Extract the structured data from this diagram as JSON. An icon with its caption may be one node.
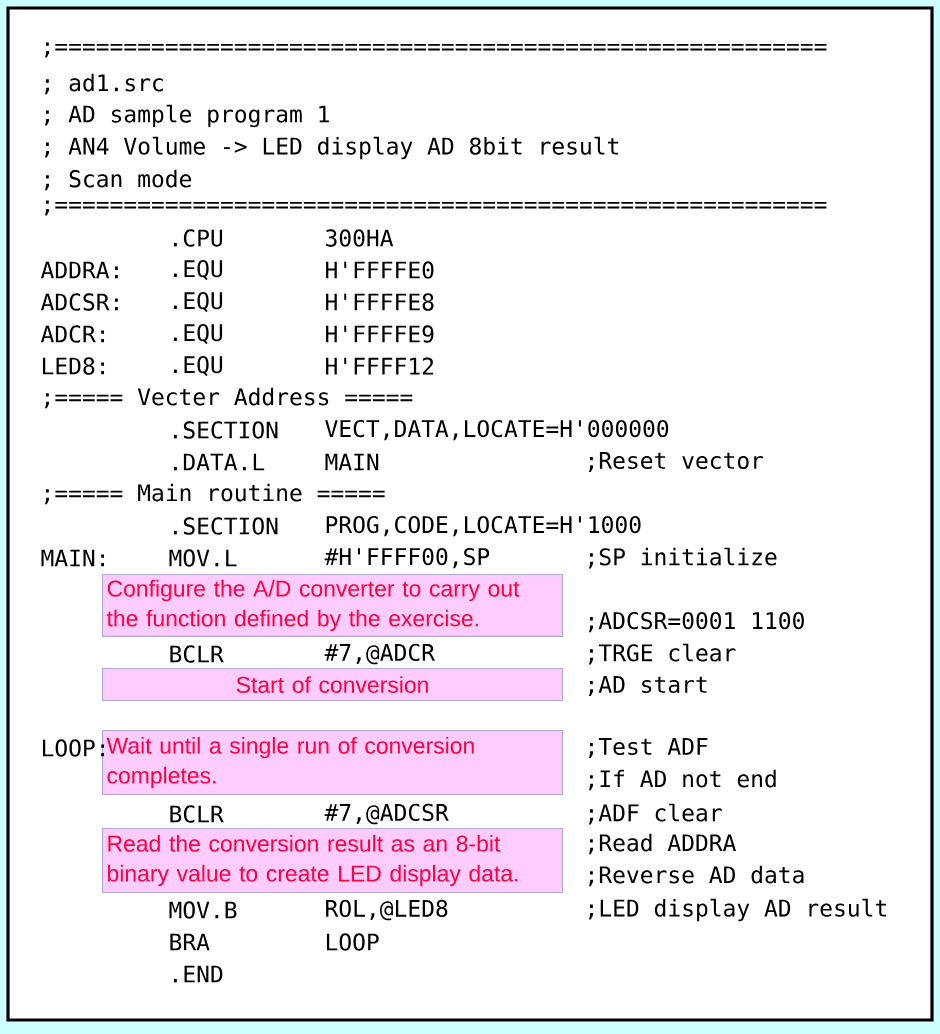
{
  "diagram": {
    "nodes": [
      {
        "text": [
          "Configure the A/D converter to carry out the function defined by the exercise."
        ]
      },
      {
        "text": [
          "Start of conversion"
        ]
      },
      {
        "text": [
          "Wait until a single run of conversion completes."
        ]
      },
      {
        "text": [
          "Read the conversion result as an 8-bit binary value to create LED display data."
        ]
      }
    ],
    "labels": [
      ";========================================================",
      "; ad1.src",
      "; AD sample program 1",
      "; AN4 Volume -> LED display AD 8bit result",
      "; Scan mode",
      ";========================================================",
      ".CPU",
      "300HA",
      "ADDRA:",
      ".EQU",
      "H'FFFFE0",
      "ADCSR:",
      ".EQU",
      "H'FFFFE8",
      "ADCR:",
      ".EQU",
      "H'FFFFE9",
      "LED8:",
      ".EQU",
      "H'FFFF12",
      ";===== Vecter Address =====",
      ".SECTION",
      "VECT,DATA,LOCATE=H'000000",
      ".DATA.L",
      "MAIN",
      ";Reset vector",
      ";===== Main routine =====",
      ".SECTION",
      "PROG,CODE,LOCATE=H'1000",
      "MAIN:",
      "MOV.L",
      "#H'FFFF00,SP",
      ";SP initialize",
      ";ADCSR=0001 1100",
      "BCLR",
      "#7,@ADCR",
      ";TRGE clear",
      ";AD start",
      "LOOP:",
      ";Test ADF",
      ";If AD not end",
      "BCLR",
      "#7,@ADCSR",
      ";ADF clear",
      ";Read ADDRA",
      ";Reverse AD data",
      "MOV.B",
      "ROL,@LED8",
      ";LED display AD result",
      "BRA",
      "LOOP",
      ".END"
    ]
  }
}
